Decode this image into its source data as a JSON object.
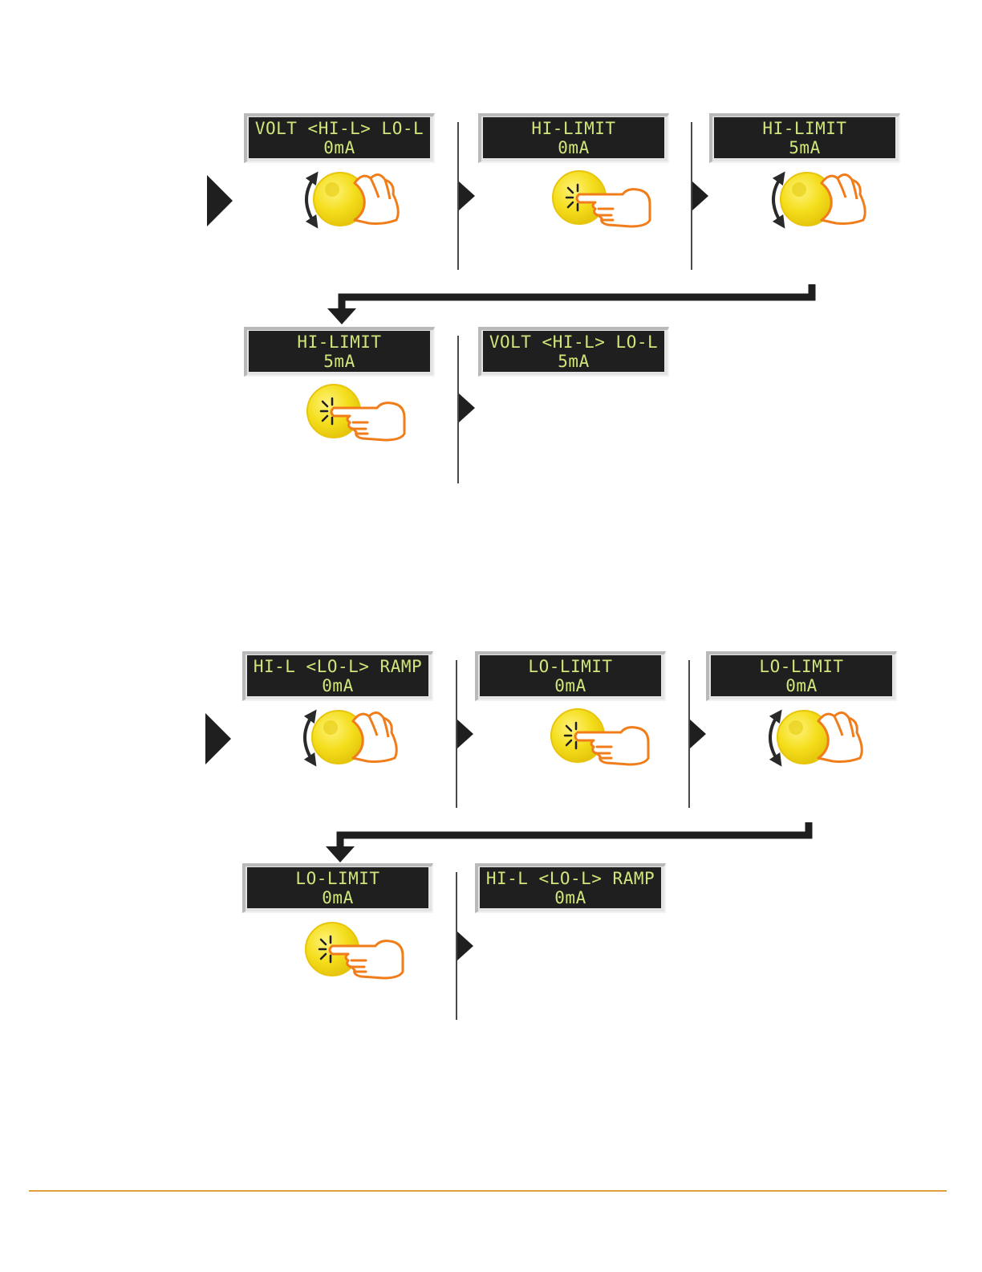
{
  "colors": {
    "lcd_text": "#cfe67a",
    "lcd_bg": "#1f1f1f",
    "knob_fill": "#f2dc1a",
    "hand_stroke": "#f07d1a",
    "footer_rule": "#e0a040"
  },
  "sections": [
    {
      "row1": [
        {
          "line1": "VOLT <HI-L> LO-L",
          "line2": "0mA",
          "gesture": "rotate-knob-icon"
        },
        {
          "line1": "HI-LIMIT",
          "line2": "0mA",
          "gesture": "press-knob-icon"
        },
        {
          "line1": "HI-LIMIT",
          "line2": "5mA",
          "gesture": "rotate-knob-icon"
        }
      ],
      "row2": [
        {
          "line1": "HI-LIMIT",
          "line2": "5mA",
          "gesture": "press-knob-icon"
        },
        {
          "line1": "VOLT <HI-L> LO-L",
          "line2": "5mA"
        }
      ]
    },
    {
      "row1": [
        {
          "line1": "HI-L <LO-L> RAMP",
          "line2": "0mA",
          "gesture": "rotate-knob-icon"
        },
        {
          "line1": "LO-LIMIT",
          "line2": "0mA",
          "gesture": "press-knob-icon"
        },
        {
          "line1": "LO-LIMIT",
          "line2": "0mA",
          "gesture": "rotate-knob-icon"
        }
      ],
      "row2": [
        {
          "line1": "LO-LIMIT",
          "line2": "0mA",
          "gesture": "press-knob-icon"
        },
        {
          "line1": "HI-L <LO-L> RAMP",
          "line2": "0mA"
        }
      ]
    }
  ]
}
